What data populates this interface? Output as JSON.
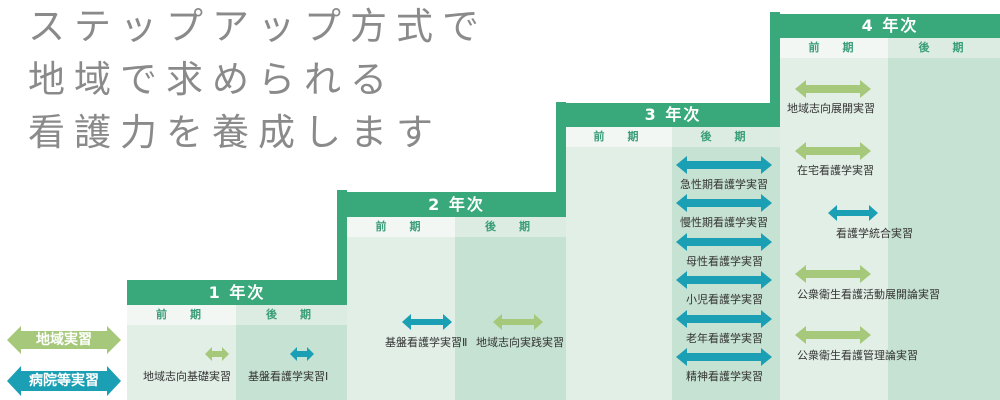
{
  "intro": {
    "line1": "ステップアップ方式で",
    "line2": "地域で求められる",
    "line3": "看護力を養成します"
  },
  "colors": {
    "band": "#39a87b",
    "green_arrow": "#a6c87a",
    "teal_arrow": "#1a9fb4",
    "first_half_bg": "#e2efe6",
    "second_half_bg": "#c6e2d2"
  },
  "legend": {
    "community": "地域実習",
    "hospital": "病院等実習"
  },
  "years": [
    {
      "label": "1 年次",
      "first": "前　期",
      "second": "後　期"
    },
    {
      "label": "2 年次",
      "first": "前　期",
      "second": "後　期"
    },
    {
      "label": "3 年次",
      "first": "前　期",
      "second": "後　期"
    },
    {
      "label": "4 年次",
      "first": "前　期",
      "second": "後　期"
    }
  ],
  "practicums": {
    "y1_first": "地域志向基礎実習",
    "y1_second": "基盤看護学実習Ⅰ",
    "y2_first": "基盤看護学実習Ⅱ",
    "y2_second": "地域志向実践実習",
    "y3": [
      "急性期看護学実習",
      "慢性期看護学実習",
      "母性看護学実習",
      "小児看護学実習",
      "老年看護学実習",
      "精神看護学実習"
    ],
    "y4": [
      "地域志向展開実習",
      "在宅看護学実習",
      "看護学統合実習",
      "公衆衛生看護活動展開論実習",
      "公衆衛生看護管理論実習"
    ]
  }
}
